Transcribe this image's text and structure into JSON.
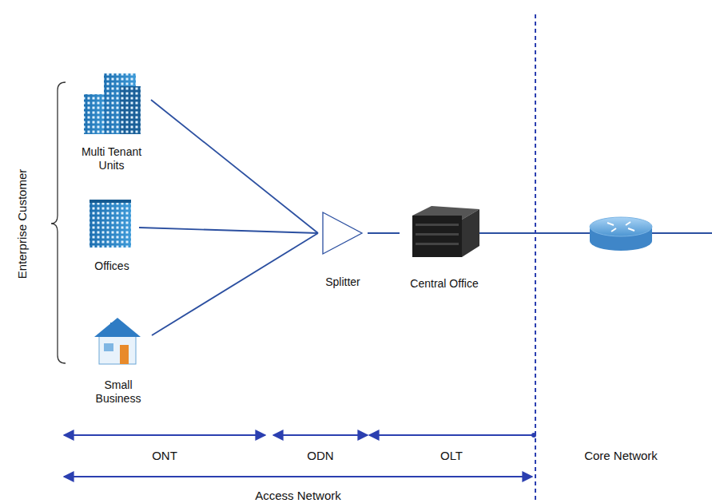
{
  "diagram": {
    "nodes": [
      {
        "text": [
          "Multi Tenant Units"
        ]
      },
      {
        "text": [
          "Offices"
        ]
      },
      {
        "text": [
          "Small Business"
        ]
      },
      {
        "text": [
          "Splitter"
        ]
      },
      {
        "text": [
          "Central Office"
        ]
      }
    ],
    "edges": [
      {
        "from": 0,
        "to": 3,
        "arrow": "none"
      },
      {
        "from": 1,
        "to": 3,
        "arrow": "none"
      },
      {
        "from": 2,
        "to": 3,
        "arrow": "none"
      },
      {
        "from": 3,
        "to": 4,
        "arrow": "none"
      }
    ],
    "labels": [
      "Enterprise Customer",
      "ONT",
      "ODN",
      "OLT",
      "Access Network",
      "Core Network"
    ]
  }
}
